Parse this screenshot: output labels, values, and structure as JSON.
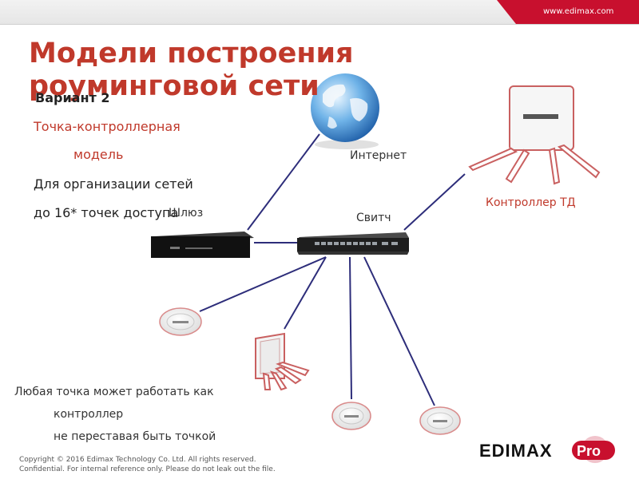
{
  "header": {
    "url": "www.edimax.com"
  },
  "title": {
    "line1": "Модели построения",
    "line2": "роуминговой сети"
  },
  "intro": {
    "variant": "Вариант 2",
    "model_line1": "Точка-контроллерная",
    "model_line2": "модель",
    "purpose_line1": "Для организации сетей",
    "purpose_line2": "до 16* точек доступа"
  },
  "labels": {
    "internet": "Интернет",
    "gateway": "Шлюз",
    "switch": "Свитч",
    "controller": "Контроллер ТД"
  },
  "bottom_note": {
    "line1": "Любая точка может работать как",
    "line2": "контроллер",
    "line3": "не переставая быть точкой"
  },
  "footer": {
    "copyright": "Copyright © 2016 Edimax Technology Co. Ltd. All rights reserved.",
    "confidential": "Confidential. For internal reference only. Please do not leak out the file."
  },
  "logo": {
    "brand": "EDIMAX",
    "badge": "Pro",
    "brand_color": "#c8102e"
  },
  "colors": {
    "title": "#c0392b",
    "lines": "#2d2d7a"
  }
}
